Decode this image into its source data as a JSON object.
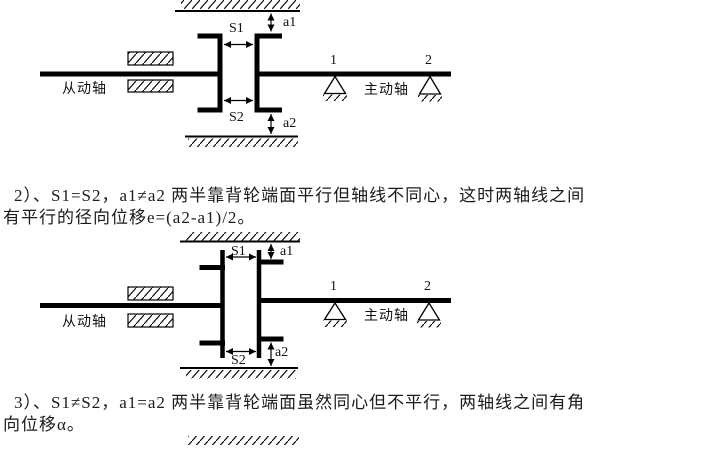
{
  "document": {
    "background": "#ffffff",
    "ink": "#000000",
    "text_color": "#1b1b1b"
  },
  "paragraphs": {
    "item2": {
      "line1": "2）、S1=S2，a1≠a2 两半靠背轮端面平行但轴线不同心，这时两轴线之间",
      "line2": "有平行的径向位移e=(a2-a1)/2。"
    },
    "item3": {
      "line1": "3）、S1≠S2，a1=a2 两半靠背轮端面虽然同心但不平行，两轴线之间有角",
      "line2": "向位移α。"
    }
  },
  "figure1": {
    "description": "aligned-coupling-diagram",
    "labels": {
      "s1": "S1",
      "s2": "S2",
      "a1": "a1",
      "a2": "a2",
      "support1": "1",
      "support2": "2",
      "driven_shaft": "从动轴",
      "driving_shaft": "主动轴"
    }
  },
  "figure2": {
    "description": "radial-offset-coupling-diagram",
    "labels": {
      "s1": "S1",
      "s2": "S2",
      "a1": "a1",
      "a2": "a2",
      "support1": "1",
      "support2": "2",
      "driven_shaft": "从动轴",
      "driving_shaft": "主动轴"
    }
  }
}
